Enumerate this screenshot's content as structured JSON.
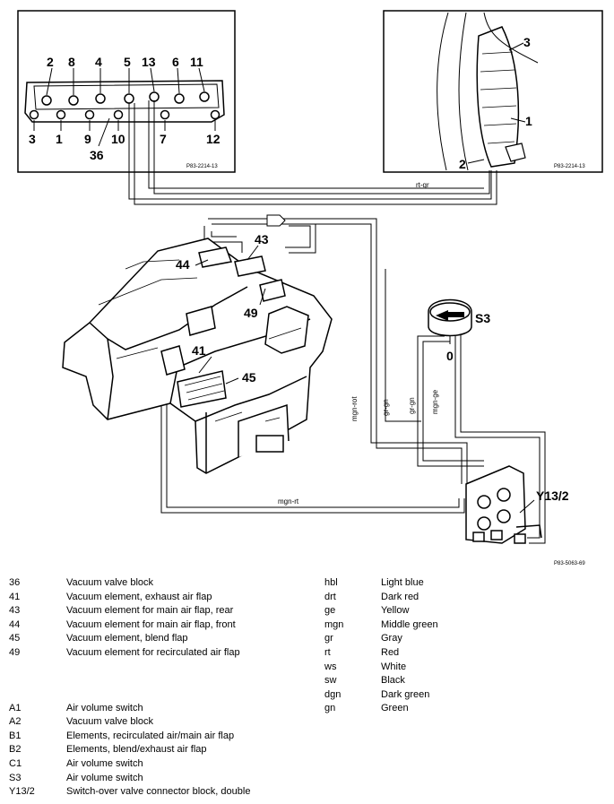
{
  "diagram": {
    "inset_left": {
      "upper_numbers": [
        "2",
        "8",
        "4",
        "5",
        "13",
        "6",
        "11"
      ],
      "lower_numbers": [
        "3",
        "1",
        "9",
        "10",
        "7",
        "12"
      ],
      "block_label": "36",
      "ref": "P83-2214-13"
    },
    "inset_right": {
      "numbers": [
        "3",
        "1",
        "2"
      ],
      "ref": "P83-2214-13"
    },
    "main": {
      "callouts": [
        "43",
        "44",
        "49",
        "41",
        "45"
      ],
      "switch_label": "S3",
      "switch_position": "0",
      "valve_label": "Y13/2",
      "ref": "P83-5063-69"
    },
    "wire_labels": [
      "rt-gr",
      "mgn-rot",
      "gr-gn",
      "gr-gn",
      "mgn-ge",
      "mgn-rt"
    ]
  },
  "legend_left_top": [
    {
      "code": "36",
      "desc": "Vacuum valve block"
    },
    {
      "code": "41",
      "desc": "Vacuum element, exhaust air flap"
    },
    {
      "code": "43",
      "desc": "Vacuum element for main air flap, rear"
    },
    {
      "code": "44",
      "desc": "Vacuum element for main air flap, front"
    },
    {
      "code": "45",
      "desc": "Vacuum element, blend flap"
    },
    {
      "code": "49",
      "desc": "Vacuum element for recirculated air flap"
    }
  ],
  "legend_left_bottom": [
    {
      "code": "A1",
      "desc": "Air volume switch"
    },
    {
      "code": "A2",
      "desc": "Vacuum valve block"
    },
    {
      "code": "B1",
      "desc": "Elements, recirculated air/main air flap"
    },
    {
      "code": "B2",
      "desc": "Elements, blend/exhaust air flap"
    },
    {
      "code": "C1",
      "desc": "Air volume switch"
    },
    {
      "code": "S3",
      "desc": "Air volume switch"
    },
    {
      "code": "Y13/2",
      "desc": "Switch-over valve connector block, double"
    }
  ],
  "legend_colors": [
    {
      "code": "hbl",
      "desc": "Light blue"
    },
    {
      "code": "drt",
      "desc": "Dark red"
    },
    {
      "code": "ge",
      "desc": "Yellow"
    },
    {
      "code": "mgn",
      "desc": "Middle green"
    },
    {
      "code": "gr",
      "desc": "Gray"
    },
    {
      "code": "rt",
      "desc": "Red"
    },
    {
      "code": "ws",
      "desc": "White"
    },
    {
      "code": "sw",
      "desc": "Black"
    },
    {
      "code": "dgn",
      "desc": "Dark green"
    },
    {
      "code": "gn",
      "desc": "Green"
    }
  ]
}
